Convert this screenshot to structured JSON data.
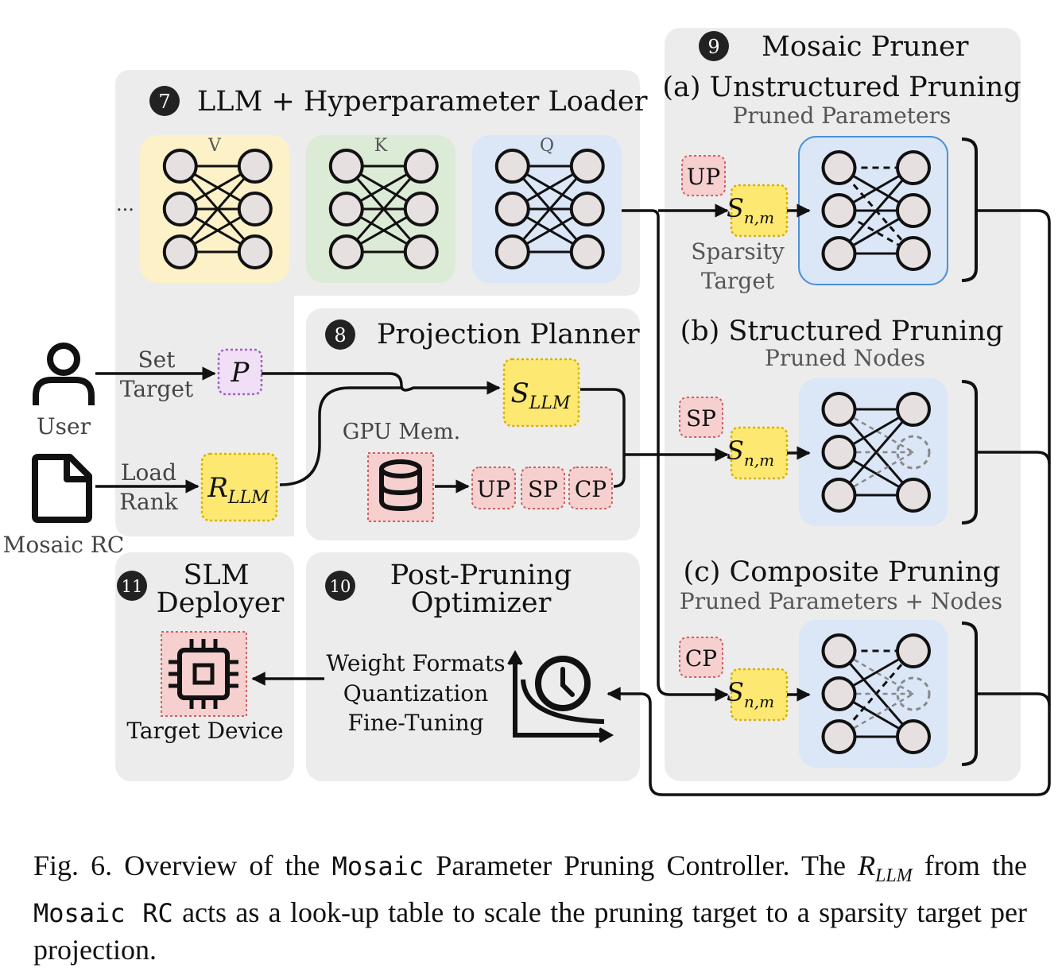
{
  "modules": {
    "loader": {
      "number": "7",
      "title": "LLM + Hyperparameter Loader",
      "layers": [
        "V",
        "K",
        "Q"
      ],
      "ellipsis": "..."
    },
    "planner": {
      "number": "8",
      "title": "Projection Planner",
      "gpu_label": "GPU Mem.",
      "chips": [
        "UP",
        "SP",
        "CP"
      ],
      "s_base": "S",
      "s_sub": "LLM"
    },
    "pruner": {
      "number": "9",
      "title": "Mosaic Pruner",
      "unstructured": {
        "title": "(a) Unstructured Pruning",
        "subtitle": "Pruned Parameters",
        "tag": "UP",
        "sparsity_label_1": "Sparsity",
        "sparsity_label_2": "Target"
      },
      "structured": {
        "title": "(b) Structured Pruning",
        "subtitle": "Pruned Nodes",
        "tag": "SP"
      },
      "composite": {
        "title": "(c) Composite Pruning",
        "subtitle": "Pruned Parameters + Nodes",
        "tag": "CP"
      },
      "s_base": "S",
      "s_sub": "n,m"
    },
    "optimizer": {
      "number": "10",
      "title_1": "Post-Pruning",
      "title_2": "Optimizer",
      "items": [
        "Weight Formats",
        "Quantization",
        "Fine-Tuning"
      ]
    },
    "deployer": {
      "number": "11",
      "title_1": "SLM",
      "title_2": "Deployer",
      "device_label": "Target Device"
    }
  },
  "inputs": {
    "user_label": "User",
    "rc_label": "Mosaic RC",
    "set_target_1": "Set",
    "set_target_2": "Target",
    "load_rank_1": "Load",
    "load_rank_2": "Rank",
    "p_symbol": "P",
    "r_base": "R",
    "r_sub": "LLM"
  },
  "caption": {
    "prefix": "Fig. 6.  Overview of the ",
    "mono_1": "Mosaic",
    "middle": " Parameter Pruning Controller. The ",
    "math_base": "R",
    "math_sub": "LLM",
    "line2_a": " from the ",
    "mono_2": "Mosaic RC",
    "line2_b": " acts as a look-up table to scale the pruning target to a sparsity target per projection."
  },
  "colors": {
    "panel": "#ececec",
    "yellow_bg": "#fdf1c7",
    "green_bg": "#dcebd6",
    "blue_bg": "#dbe6f7",
    "node": "#e6e1e0",
    "s_box": "#fde872",
    "s_border": "#d9b200",
    "red_chip": "#f6cfcf",
    "red_border": "#d06060",
    "p_box": "#f1dff8",
    "p_border": "#a060c0",
    "highlight_border": "#4a90d9"
  }
}
